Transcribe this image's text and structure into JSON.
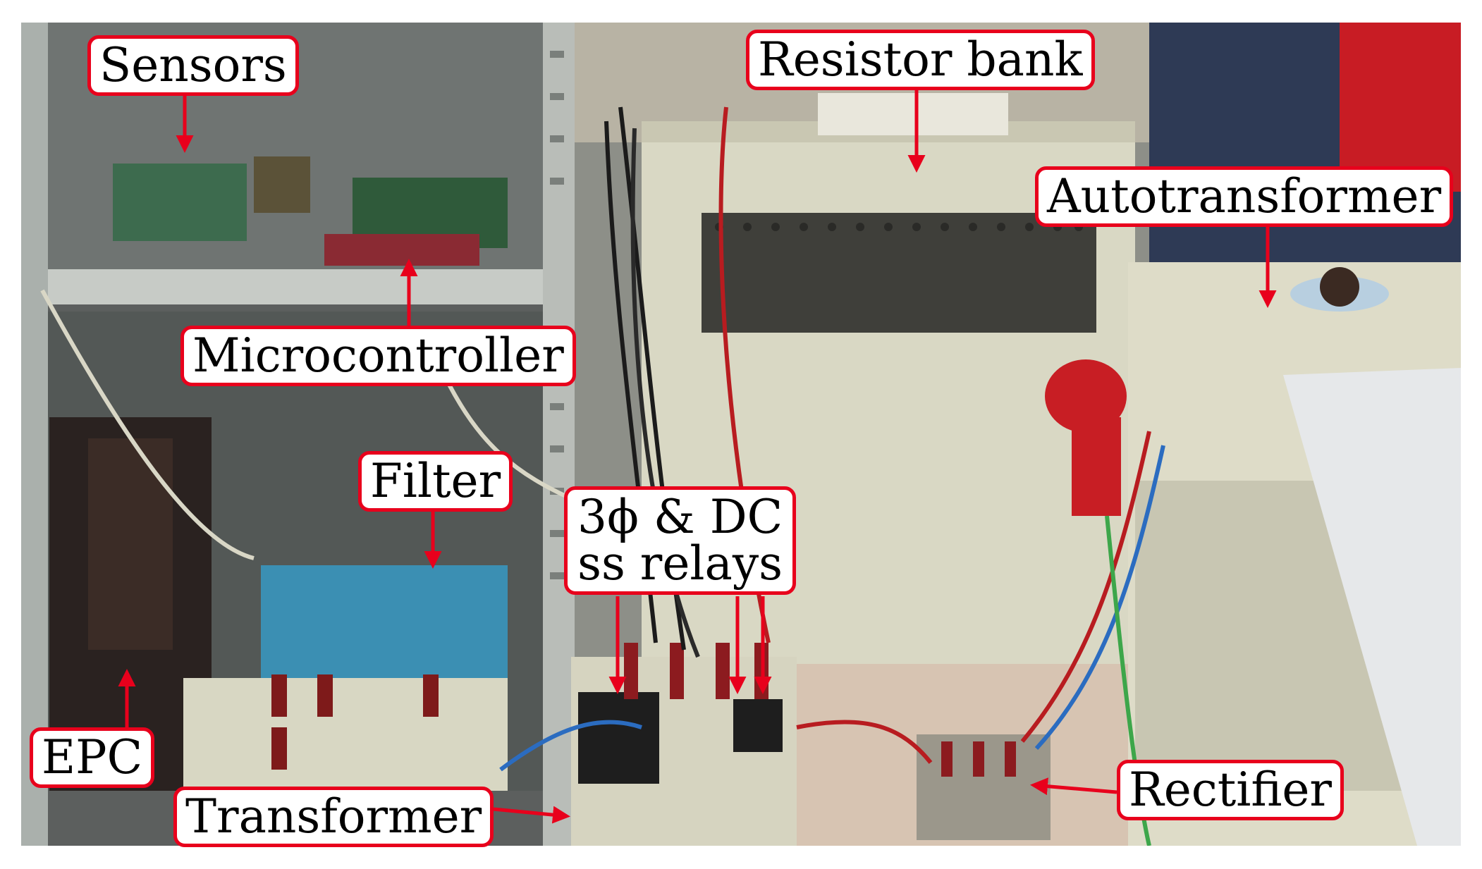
{
  "annotations": {
    "sensors": "Sensors",
    "resistor_bank": "Resistor bank",
    "autotransformer": "Autotransformer",
    "microcontroller": "Microcontroller",
    "filter": "Filter",
    "relays_line1": "3ϕ & DC",
    "relays_line2": "ss relays",
    "epc": "EPC",
    "transformer": "Transformer",
    "rectifier": "Rectifier"
  },
  "colors": {
    "annotation_border": "#e8001c",
    "arrow": "#e8001c"
  }
}
